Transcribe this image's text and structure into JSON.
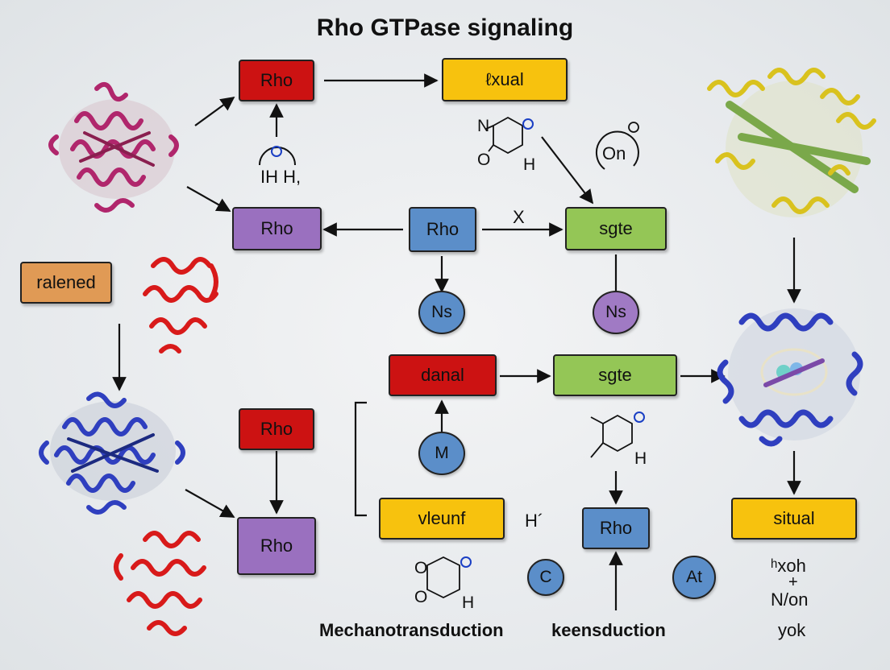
{
  "title": "Rho GTPase signaling",
  "boxes": {
    "rho_top": "Rho",
    "lxual": "ℓxual",
    "rho_mid_left": "Rho",
    "rho_center": "Rho",
    "sgte_top": "sgte",
    "ralened": "ralened",
    "danal": "danal",
    "sgte_mid": "sgte",
    "rho_low_left": "Rho",
    "rho_bottom_left": "Rho",
    "vleunf": "vleunf",
    "rho_bottom_center": "Rho",
    "situal": "situal"
  },
  "circles": {
    "ns_left": "Ns",
    "ns_right": "Ns",
    "m": "M",
    "c": "C",
    "at": "At",
    "on": "On"
  },
  "labels": {
    "x_label": "X",
    "h_prime": "H´",
    "ih_h": "IH H,",
    "mol1_n": "N",
    "mol1_o": "O",
    "mol1_h": "H",
    "mol2_h": "H",
    "mol3_o1": "O",
    "mol3_o2": "O",
    "mol3_h": "H",
    "hxoh": "ʰxoh",
    "plus": "+",
    "n_on": "N/on",
    "yok": "yok",
    "mechanotransduction": "Mechanotransduction",
    "keensduction": "keensduction"
  },
  "colors": {
    "red": "#cc1212",
    "yellow": "#f7c20e",
    "purple": "#9a70bf",
    "blue": "#5b8ec9",
    "green": "#94c656",
    "orange": "#e09a55",
    "circle_blue": "#5b8ec9",
    "circle_purple": "#a07ac4",
    "ring_marker": "#1a3fc4",
    "protein_magenta": "#c0307a",
    "protein_red": "#d81a1a",
    "protein_blue": "#2f3fbf",
    "protein_yellow": "#d9c21e",
    "protein_green": "#7aa84a"
  },
  "icons": [
    "protein-magenta-icon",
    "protein-red-icon",
    "protein-blue-icon",
    "protein-red-lower-icon",
    "protein-yellow-green-icon",
    "protein-blue-right-icon",
    "molecule-ring-icon"
  ]
}
